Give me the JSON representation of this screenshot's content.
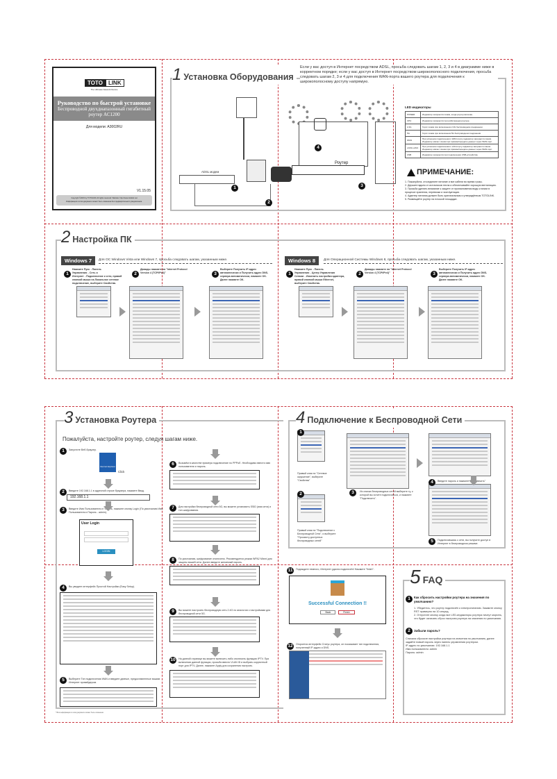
{
  "cover": {
    "logo_left": "TOTO",
    "logo_right": "LINK",
    "tagline": "The Ultimate Network Device",
    "title": "Руководство по быстрой установке",
    "subtitle": "Беспроводной двухдиапазонный гигабитный роутер AC1200",
    "model": "Для модели: A3002RU",
    "version": "V1.15.05",
    "copyright": "Copyright ©2015 by TOTOLINK All rights reserved. Website: http://www.totolink.net",
    "disclaimer": "Информация в этом документе может быть изменена без предварительного уведомления."
  },
  "s1": {
    "num": "1",
    "title": "Установка Оборудования",
    "intro": "Если у вас доступ в Интернет посредством ADSL, просьба следовать шагам 1, 2, 3 и 4 в диаграмме ниже в корректном порядке; если у вас доступ в Интернет посредством широкополосного подключения, просьба следовать шагам 2, 3 и 4 для подключения WAN-порта вашего роутера для подключения к широкополосному доступу напрямую.",
    "adsl_label": "ADSL модем",
    "router_label": "Роутер",
    "led_title": "LED индикаторы",
    "led": [
      [
        "POWER",
        "Индикатор загорается синим, когда роутер включён."
      ],
      [
        "CPU",
        "Индикатор загорается при работающем роутере."
      ],
      [
        "2.4G",
        "Горит синим при включённом 2.4G беспроводном соединении."
      ],
      [
        "5G",
        "Горит синим при включённом 5G беспроводном соединении."
      ],
      [
        "WAN",
        "При успешном подключении к WAN-порту индикатор загорается синим. Индикатор мигает синим при приёме/передаче данных через WAN-порт."
      ],
      [
        "LAN1-LAN4",
        "При успешном подключении к LAN-порту индикатор загорается синим. Индикатор мигает синим при приёме/передаче данных через WAN-порт."
      ],
      [
        "USB",
        "Индикатор загорается при подключении USB-устройства."
      ]
    ],
    "note_title": "ПРИМЕЧАНИЕ:",
    "notes": [
      "1. Пожалуйста, отсоедините питание и все кабели во время грозы.",
      "2. Держите вдали от источников тепла и обеспечивайте хорошую вентиляцию.",
      "3. Просьба уделять внимание к защите от проникновения воды и влаги в процессе хранения, перевозки и эксплуатации.",
      "4. Адаптер питания должен быть оригинальным и утверждённым TOTOLINK.",
      "5. Размещайте роутер на плоской площадке."
    ]
  },
  "s2": {
    "num": "2",
    "title": "Настройка ПК",
    "win7": {
      "label": "Windows 7",
      "text": "Для ОС Windows Vista или Windows 7, просьба следовать шагам, указанным ниже.",
      "steps": [
        "Нажмите Пуск→Панель Управления→Сеть и Интернет→Подключение к сети, правой кнопкой мыши на Локальное сетевое подключение, выберите Свойства.",
        "Дважды нажмите на \"Internet Protocol Version 4 (TCP/IPv4)\"",
        "Выберите Получить IP-адрес автоматически и Получить адрес DNS-сервера автоматически, нажмите OK. Далее нажмите OK."
      ]
    },
    "win8": {
      "label": "Windows 8",
      "text": "Для Операционной Системы Windows 8, просьба следовать шагам, указанным ниже.",
      "steps": [
        "Нажмите Пуск→Панель Управления→Центр Управления Сетями→Изменить настройки адаптера, правой кнопкой мыши Ethernet, выберите Свойства.",
        "Дважды нажмите на \"Internet Protocol Version 4 (TCP/IPv4)\"",
        "Выберите Получить IP-адрес автоматически и Получить адрес DNS-сервера автоматически, нажмите OK. Далее нажмите OK."
      ]
    }
  },
  "s3": {
    "num": "3",
    "title": "Установка Роутера",
    "subtitle": "Пожалуйста, настройте роутер, следуя шагам ниже.",
    "steps": [
      "Запустите Веб-браузер.",
      "Введите 192.168.1.1 в адресной строке браузера, нажмите Ввод.",
      "Введите Имя Пользователя и Пароль, нажмите кнопку Login (По умолчанию Имя Пользователя и Пароль - admin).",
      "Вы увидите интерфейс Простой Настройки (Easy Setup).",
      "Выберите Тип подключения WAN и введите данные, предоставленные вашим Интернет провайдером.",
      "Возьмём в качестве примера подключение по PPPoE. Необходимо ввести имя пользователя и пароль.",
      "Для настройки беспроводной сети 5G, вы можете установить SSID (имя сети) и тип шифрования.",
      "По умолчанию, шифрование отключено. Рекомендуется режим WPA2 Mixed для защиты вашей сети. Далее введите желаемый пароль.",
      "Вы можете настроить беспроводную сеть 2.4G по аналогии с настройками для беспроводной сети 5G.",
      "На данной странице вы можете включить либо отключить функцию IPTV. При включении данной функции, просьба ввести VLAN ID и выбрать корректный порт для IPTV. Далее, нажмите Apply для сохранения настроек."
    ],
    "browser_icon_label": "Internet Explorer",
    "click": "Click",
    "address": "192.168.1.1",
    "login_title": "User Login",
    "login_button": "LOGIN"
  },
  "s4": {
    "num": "4",
    "title": "Подключение к Беспроводной Сети",
    "steps": [
      "Правый клик на \"Сетевое окружение\", выберите \"Свойства\"",
      "Правый клик на \"Подключение к Беспроводной Сети\", и выберите \"Просмотр доступных беспроводных сетей\"",
      "Из списка беспроводных сетей выберите ту, к которой вы хотите подключиться, и нажмите \"Подключить\".",
      "Введите пароль и нажмите \"Подключить\"",
      "Подключившись к сети, вы получите доступ в Интернет в беспроводном режиме."
    ]
  },
  "s3b": {
    "step11": "Подождите немного, Интернет удачно подключён! Нажмите \"finish\".",
    "success": "Successful Connection !!",
    "back": "Back",
    "finish": "Finish",
    "step12": "Откроется интерфейс Статус роутера, он показывает тип подключения, полученный IP-адрес и DNS."
  },
  "faq": {
    "num": "5",
    "title": "FAQ",
    "q1": "Как сбросить настройки роутера на значения по умолчанию?",
    "a1": [
      "1. Убедитесь, что роутер подключён к электропитанию. Зажмите кнопку RST примерно на 10 секунд.",
      "2. Отпустите кнопку когда все LED-индикаторы роутера начнут моргать, что будет означать сброс настроек роутера на значения по умолчанию."
    ],
    "q2": "Забыли пароль?",
    "a2": [
      "Сначала сбросьте настройки роутера на значения по умолчанию, далее задайте новый пароль через панель управления роутером.",
      "IP-адрес по умолчанию: 192.168.1.1",
      "Имя пользователя: admin",
      "Пароль: admin"
    ]
  },
  "footnote": "* Вся информация в этом документе может быть изменена"
}
